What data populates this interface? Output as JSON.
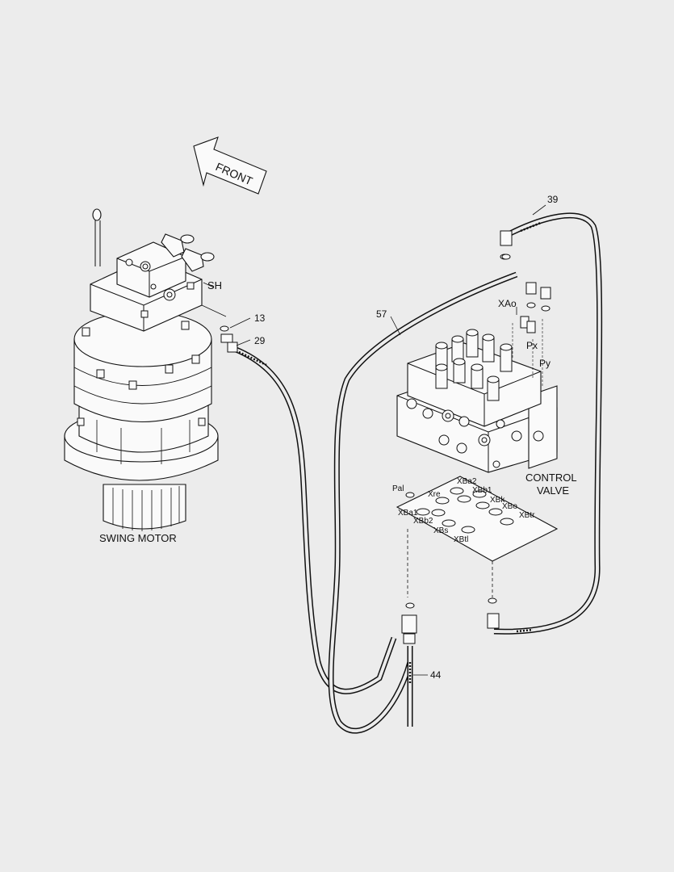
{
  "direction_arrow": {
    "label": "FRONT"
  },
  "components": {
    "swing_motor": {
      "label": "SWING MOTOR",
      "port": "SH"
    },
    "control_valve": {
      "label_line1": "CONTROL",
      "label_line2": "VALVE",
      "ports": {
        "xao": "XAo",
        "px": "Px",
        "py": "Py"
      }
    }
  },
  "port_block": {
    "ports": {
      "pal": "Pal",
      "xre": "Xre",
      "xba2": "XBa2",
      "xbb1": "XBb1",
      "xbk": "XBk",
      "xbo": "XBo",
      "xbtr": "XBtr",
      "xba1": "XBa1",
      "xbb2": "XBb2",
      "xbs": "XBs",
      "xbtl": "XBtl"
    }
  },
  "callouts": {
    "c13": "13",
    "c29": "29",
    "c39": "39",
    "c44": "44",
    "c57": "57"
  }
}
